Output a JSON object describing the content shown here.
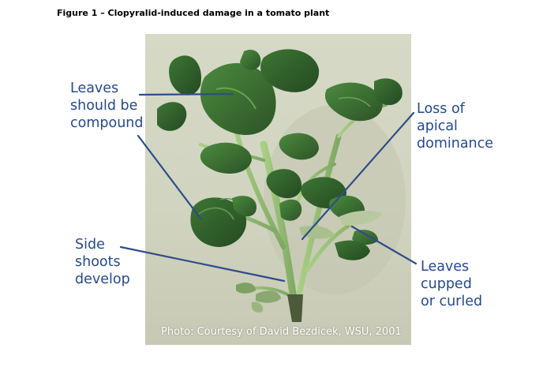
{
  "figure": {
    "title": "Figure 1 – Clopyralid-induced damage in a tomato plant",
    "photo_credit": "Photo: Courtesy of David Bezdicek, WSU, 2001"
  },
  "callouts": {
    "compound": [
      "Leaves",
      "should be",
      "compound"
    ],
    "apical": [
      "Loss of",
      "apical",
      "dominance"
    ],
    "side_shoots": [
      "Side",
      "shoots",
      "develop"
    ],
    "cupped": [
      "Leaves",
      "cupped",
      "or curled"
    ]
  },
  "colors": {
    "label_text": "#254a8b",
    "leader_line": "#2e4d8a",
    "leaf_dark": "#2f5a2a",
    "leaf_mid": "#3f7a35",
    "stem": "#9bc27a",
    "background": "#d3d6c2"
  }
}
